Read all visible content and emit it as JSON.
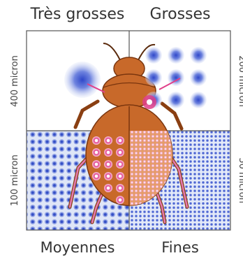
{
  "quadrants": {
    "top_left": {
      "label": "Très grosses",
      "size_label": "400 micron"
    },
    "top_right": {
      "label": "Grosses",
      "size_label": "200 micron"
    },
    "bottom_left": {
      "label": "Moyennes",
      "size_label": "100 micron"
    },
    "bottom_right": {
      "label": "Fines",
      "size_label": "50 micron"
    }
  },
  "colors": {
    "droplet": "#4a5fd0",
    "droplet_edge": "#cdd6f3",
    "beetle": "#c8692a",
    "beetle_dark": "#8a3f12",
    "pink_spray": "#e0408a"
  }
}
